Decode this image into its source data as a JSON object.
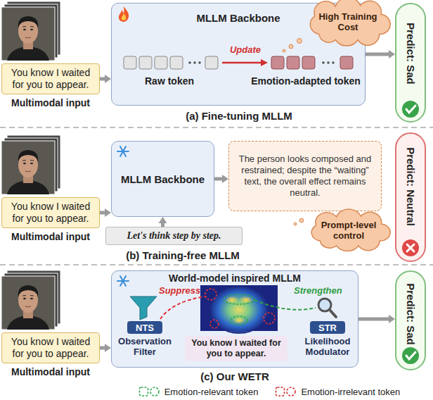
{
  "diagram": {
    "nodes": [
      {
        "text": [
          "You know I waited for you to appear."
        ]
      },
      {
        "text": [
          "MLLM Backbone",
          "Raw token",
          "Update",
          "Emotion-adapted token"
        ]
      },
      {
        "text": [
          "High Training Cost"
        ]
      },
      {
        "text": [
          "Predict: Sad"
        ]
      },
      {
        "text": [
          "You know I waited for you to appear."
        ]
      },
      {
        "text": [
          "MLLM Backbone"
        ]
      },
      {
        "text": [
          "Let's think step by step."
        ]
      },
      {
        "text": [
          "The person looks composed and restrained; despite the “waiting” text, the overall effect remains neutral."
        ]
      },
      {
        "text": [
          "Prompt-level control"
        ]
      },
      {
        "text": [
          "Predict: Neutral"
        ]
      },
      {
        "text": [
          "You know I waited for you to appear."
        ]
      },
      {
        "text": [
          "World-model inspired MLLM"
        ]
      },
      {
        "text": [
          "NTS",
          "Observation Filter"
        ],
        "in": 11
      },
      {
        "text": [
          "You know I waited for you to appear."
        ],
        "in": 11
      },
      {
        "text": [
          "STR",
          "Likelihood Modulator"
        ],
        "in": 11
      },
      {
        "text": [
          "Predict: Sad"
        ]
      }
    ],
    "edges": [
      {
        "from": 0,
        "to": 1,
        "arrow": "to"
      },
      {
        "from": 1,
        "to": 3,
        "arrow": "to"
      },
      {
        "from": 4,
        "to": 5,
        "arrow": "to"
      },
      {
        "from": 6,
        "to": 5,
        "arrow": "to"
      },
      {
        "from": 5,
        "to": 7,
        "arrow": "to"
      },
      {
        "from": 10,
        "to": 11,
        "arrow": "to"
      },
      {
        "from": 11,
        "to": 15,
        "arrow": "to"
      }
    ],
    "labels": [
      "Multimodal input",
      "(a) Fine-tuning MLLM",
      "Multimodal input",
      "(b) Training-free MLLM",
      "Suppress",
      "Strengthen",
      "Multimodal input",
      "(c) Our WETR"
    ],
    "legend": [
      {
        "text": "Emotion-relevant token"
      },
      {
        "text": "Emotion-irrelevant token"
      }
    ]
  }
}
